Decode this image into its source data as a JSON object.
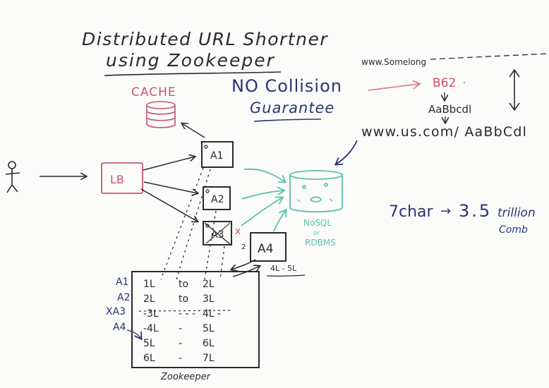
{
  "title": {
    "line1": "Distributed URL Shortner",
    "line2": "using Zookeeper"
  },
  "cache_label": "CACHE",
  "guarantee": {
    "line1": "NO Collision",
    "line2": "Guarantee"
  },
  "url_flow": {
    "long_url": "www.Somelong",
    "base": "B62",
    "code": "AaBbcdl",
    "short_url": "www.us.com/ AaBbCdl"
  },
  "capacity": {
    "chars": "7char",
    "arrow": "→",
    "amount": "3.5",
    "unit": "trillion",
    "note": "Comb"
  },
  "lb_label": "LB",
  "app_servers": [
    {
      "label": "A1",
      "crossed": false
    },
    {
      "label": "A2",
      "crossed": false
    },
    {
      "label": "A3",
      "crossed": true
    },
    {
      "label": "A4",
      "crossed": false
    }
  ],
  "a3_x_mark": "x",
  "a4_prefix": "2",
  "a4_range": "4L - 5L",
  "db_label": {
    "line1": "NoSQL",
    "line2": "or",
    "line3": "RDBMS"
  },
  "zookeeper": {
    "label": "Zookeeper",
    "row_labels": [
      "A1",
      "A2",
      "XA3",
      "A4"
    ],
    "rows": [
      {
        "from": "1L",
        "sep": "to",
        "to": "2L"
      },
      {
        "from": "2L",
        "sep": "to",
        "to": "3L"
      },
      {
        "from": "-3L",
        "sep": "- - -",
        "to": "4L -"
      },
      {
        "from": "-4L",
        "sep": "-",
        "to": "5L"
      },
      {
        "from": "5L",
        "sep": "-",
        "to": "6L"
      },
      {
        "from": "6L",
        "sep": "-",
        "to": "7L"
      }
    ]
  },
  "colors": {
    "ink": "#2a2a2a",
    "blue": "#2a3472",
    "red": "#c9556a",
    "teal": "#5cc1b0",
    "pink_arrow": "#d98093"
  }
}
